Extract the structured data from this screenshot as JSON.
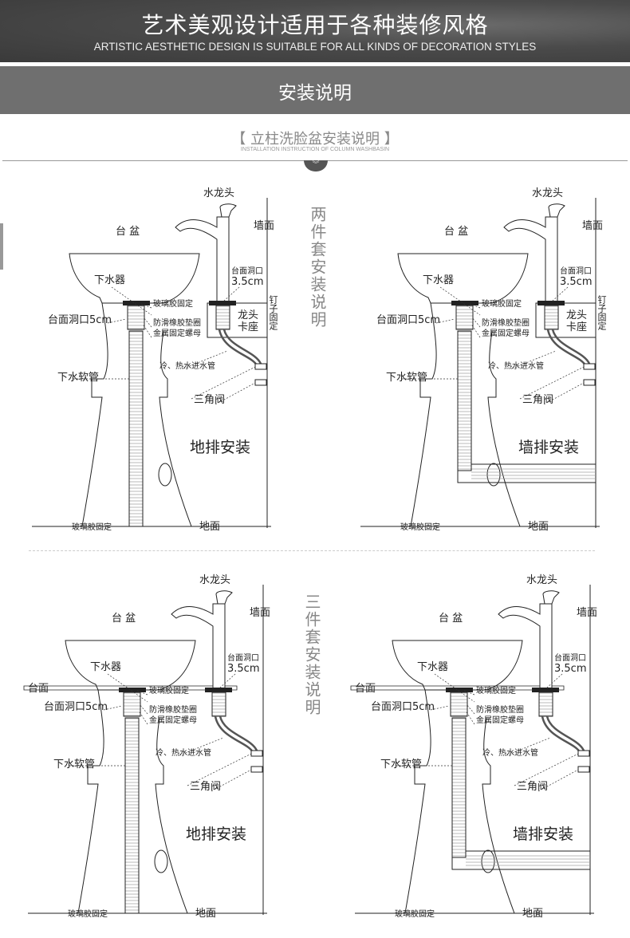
{
  "header": {
    "title": "艺术美观设计适用于各种装修风格",
    "subtitle": "ARTISTIC AESTHETIC DESIGN IS SUITABLE FOR ALL KINDS OF DECORATION STYLES"
  },
  "bar": {
    "title": "安装说明"
  },
  "section": {
    "title": "【 立柱洗脸盆安装说明 】",
    "subtitle": "INSTALLATION INSTRUCTION OF COLUMN WASHBASIN",
    "chevron": "︾"
  },
  "side_labels": {
    "two_piece": "两件套安装说明",
    "three_piece": "三件套安装说明"
  },
  "diagrams": [
    {
      "variant": "two-piece-floor",
      "labels": {
        "faucet": "水龙头",
        "basin": "台 盆",
        "wall": "墙面",
        "drain": "下水器",
        "glue": "玻璃胶固定",
        "hole5": "台面洞口5cm",
        "gasket": "防滑橡胶垫圈",
        "nut": "金属固定螺母",
        "hole35a": "台面洞口",
        "hole35b": "3.5cm",
        "seat": "龙头\n卡座",
        "nail": "钉子固定",
        "inlet": "冷、热水进水管",
        "hose": "下水软管",
        "valve": "三角阀",
        "mode": "地排安装",
        "glue2": "玻璃胶固定",
        "floor": "地面"
      }
    },
    {
      "variant": "two-piece-wall",
      "labels": {
        "faucet": "水龙头",
        "basin": "台 盆",
        "wall": "墙面",
        "drain": "下水器",
        "glue": "玻璃胶固定",
        "hole5": "台面洞口5cm",
        "gasket": "防滑橡胶垫圈",
        "nut": "金属固定螺母",
        "hole35a": "台面洞口",
        "hole35b": "3.5cm",
        "seat": "龙头\n卡座",
        "nail": "钉子固定",
        "inlet": "冷、热水进水管",
        "hose": "下水软管",
        "valve": "三角阀",
        "mode": "墙排安装",
        "glue2": "玻璃胶固定",
        "floor": "地面"
      }
    },
    {
      "variant": "three-piece-floor",
      "labels": {
        "faucet": "水龙头",
        "basin": "台 盆",
        "wall": "墙面",
        "drain": "下水器",
        "glue": "玻璃胶固定",
        "counter": "台面",
        "hole5": "台面洞口5cm",
        "gasket": "防滑橡胶垫圈",
        "nut": "金属固定螺母",
        "hole35a": "台面洞口",
        "hole35b": "3.5cm",
        "inlet": "冷、热水进水管",
        "hose": "下水软管",
        "valve": "三角阀",
        "mode": "地排安装",
        "glue2": "玻璃胶固定",
        "floor": "地面"
      }
    },
    {
      "variant": "three-piece-wall",
      "labels": {
        "faucet": "水龙头",
        "basin": "台 盆",
        "wall": "墙面",
        "drain": "下水器",
        "glue": "玻璃胶固定",
        "counter": "台面",
        "hole5": "台面洞口5cm",
        "gasket": "防滑橡胶垫圈",
        "nut": "金属固定螺母",
        "hole35a": "台面洞口",
        "hole35b": "3.5cm",
        "inlet": "冷、热水进水管",
        "hose": "下水软管",
        "valve": "三角阀",
        "mode": "墙排安装",
        "glue2": "玻璃胶固定",
        "floor": "地面"
      }
    }
  ]
}
